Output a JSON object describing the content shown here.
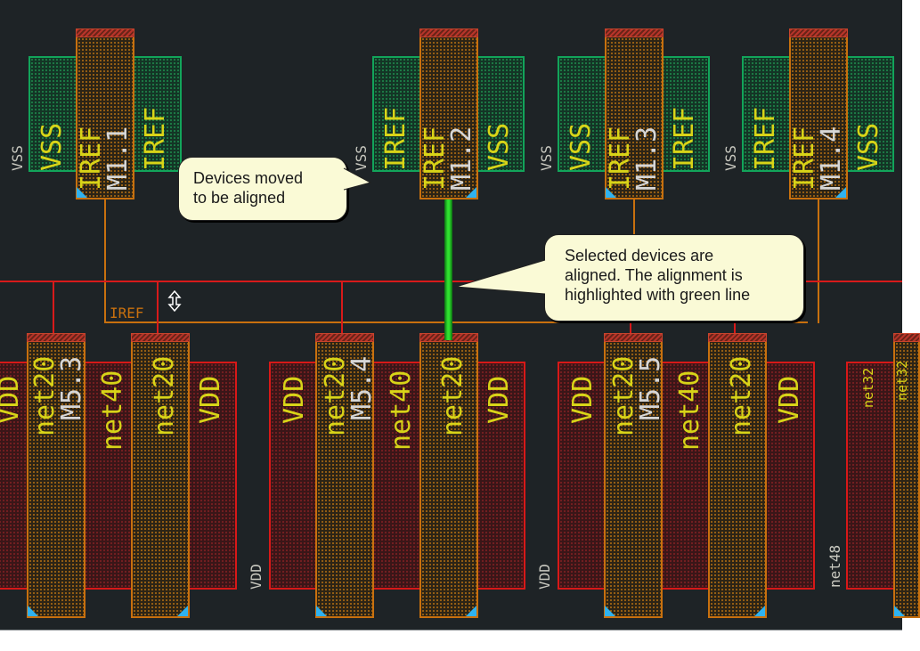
{
  "app": {
    "view": "layout-editor-canvas"
  },
  "colors": {
    "background": "#1e2326",
    "diffusion_green": "#12a45a",
    "poly_orange": "#c8700e",
    "metal_red": "#d81818",
    "label_yellow": "#d8d418",
    "selection_green": "#30e030",
    "pin_marker_blue": "#2fb2f0",
    "callout_fill": "#fafad6"
  },
  "top_row": {
    "devices": [
      {
        "name": "M1.1",
        "gate_label": "IREF",
        "left_diff": "VSS",
        "right_diff": "IREF",
        "outside_label": "VSS"
      },
      {
        "name": "M1.2",
        "gate_label": "IREF",
        "left_diff": "IREF",
        "right_diff": "VSS",
        "outside_label": "VSS"
      },
      {
        "name": "M1.3",
        "gate_label": "IREF",
        "left_diff": "VSS",
        "right_diff": "IREF",
        "outside_label": "VSS"
      },
      {
        "name": "M1.4",
        "gate_label": "IREF",
        "left_diff": "IREF",
        "right_diff": "VSS",
        "outside_label": "VSS"
      }
    ]
  },
  "bottom_row": {
    "groups": [
      {
        "device": "M5.3",
        "left": "VDD",
        "gate1": "net20",
        "mid": "net40",
        "gate2": "net20",
        "right": "VDD"
      },
      {
        "device": "M5.4",
        "left": "VDD",
        "gate1": "net20",
        "mid": "net40",
        "gate2": "net20",
        "right": "VDD",
        "outside_label": "VDD"
      },
      {
        "device": "M5.5",
        "left": "VDD",
        "gate1": "net20",
        "mid": "net40",
        "gate2": "net20",
        "right": "VDD",
        "outside_label": "VDD"
      }
    ],
    "partial": {
      "diff_label": "net32",
      "gate_label": "net32",
      "outside_label": "net48"
    }
  },
  "net_label": "IREF",
  "cursor": "vertical-resize-cursor",
  "callouts": [
    {
      "id": "moved",
      "text_line1": "Devices moved",
      "text_line2": "to be aligned"
    },
    {
      "id": "aligned",
      "text_line1": "Selected devices are",
      "text_line2": "aligned. The alignment is",
      "text_line3": "highlighted with green line"
    }
  ]
}
